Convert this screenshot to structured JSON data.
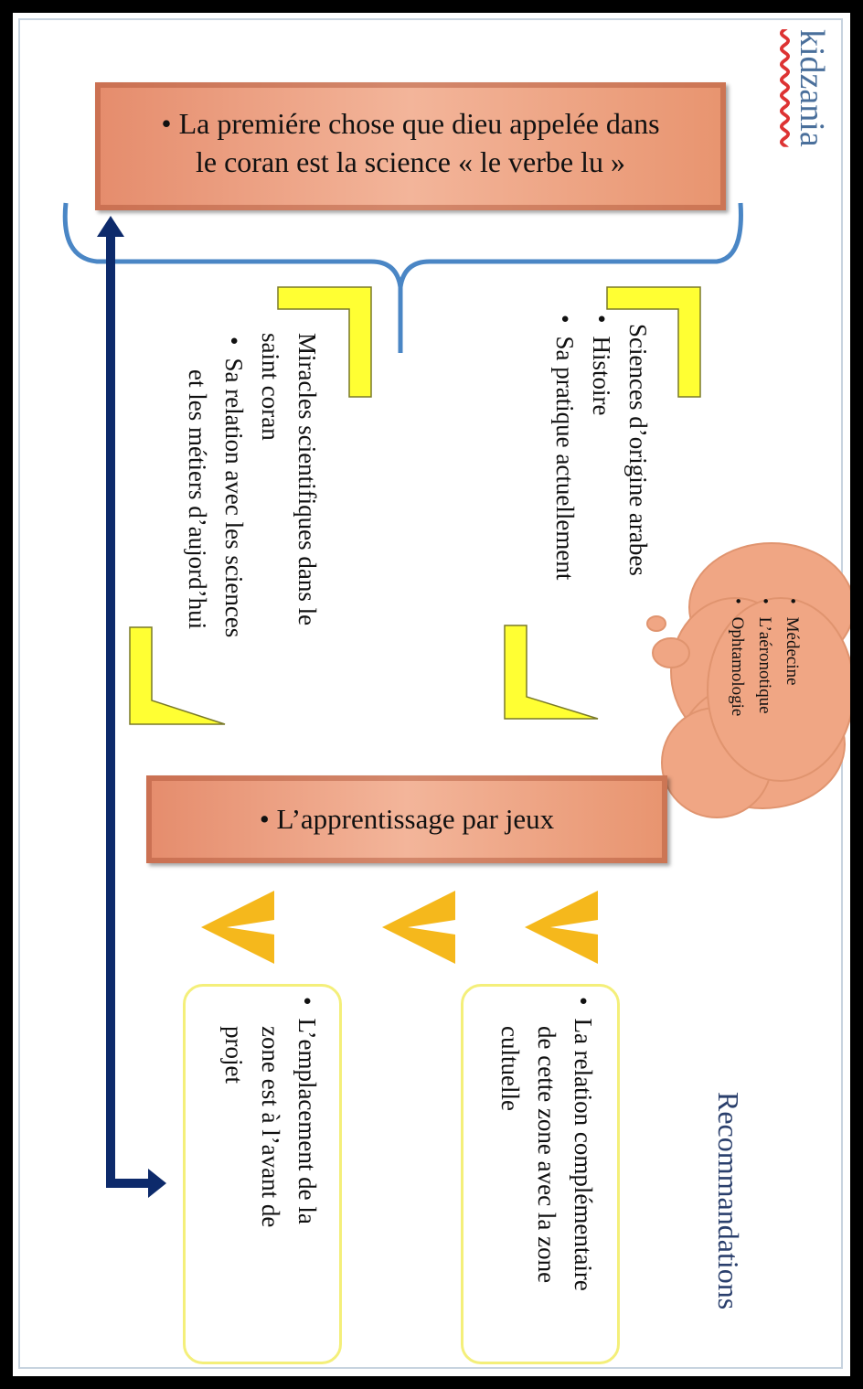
{
  "title": "kidzania",
  "top_box": {
    "line1": "• La premiére chose que dieu appelée dans",
    "line2": "le coran est la science « le verbe lu »"
  },
  "branch_left": {
    "heading": "Sciences d’origine arabes",
    "items": [
      "Histoire",
      "Sa pratique actuellement"
    ]
  },
  "branch_right": {
    "heading_line1": "Miracles scientifiques dans le",
    "heading_line2": "saint coran",
    "items_line1": "Sa relation avec les sciences",
    "items_line2": "et les métiers d’aujord’hui"
  },
  "cloud": {
    "items": [
      "Médecine",
      "L’aéronotique",
      "Ophtamologie"
    ]
  },
  "middle_box": {
    "label": "• L’apprentissage par jeux"
  },
  "recommendations_title": "Recommandations",
  "rec_box_1": {
    "line1": "La relation complémentaire",
    "line2": "de cette zone avec la zone",
    "line3": "cultuelle"
  },
  "rec_box_2": {
    "line1": "L’emplacement de la",
    "line2": "zone est à l’avant de",
    "line3": "projet"
  },
  "colors": {
    "salmon": "#f0a684",
    "yellow": "#ffff33",
    "gold_chevron": "#f5b81c",
    "brace": "#4a86c5",
    "arrow": "#0d2a6b"
  }
}
